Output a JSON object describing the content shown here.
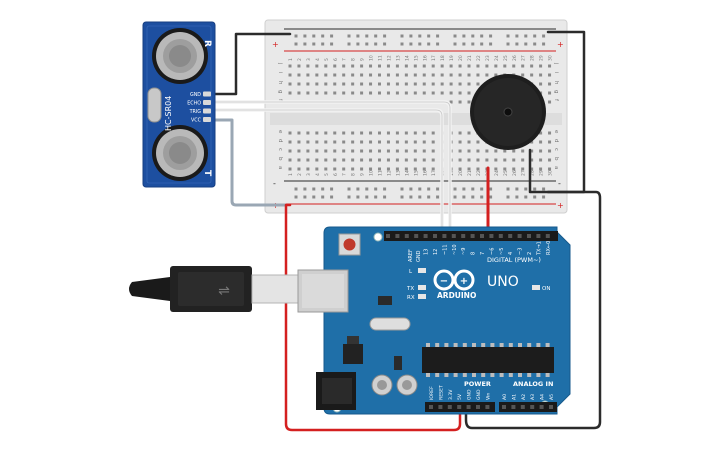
{
  "sensor": {
    "model": "HC-SR04",
    "pins": [
      "GND",
      "ECHO",
      "TRIG",
      "VCC"
    ],
    "label_t": "T",
    "label_r": "R"
  },
  "breadboard": {
    "plus": "+",
    "minus": "-",
    "row_letters_top": [
      "j",
      "i",
      "h",
      "g",
      "f"
    ],
    "row_letters_bottom": [
      "e",
      "d",
      "c",
      "b",
      "a"
    ],
    "columns": 30
  },
  "arduino": {
    "brand": "ARDUINO",
    "model": "UNO",
    "digital_label": "DIGITAL (PWM~)",
    "power_label": "POWER",
    "analog_label": "ANALOG IN",
    "led_l": "L",
    "led_tx": "TX",
    "led_rx": "RX",
    "led_on": "ON",
    "aref": "AREF",
    "gnd": "GND",
    "digital_pins": [
      "13",
      "12",
      "~11",
      "~10",
      "~9",
      "8",
      "7",
      "~6",
      "~5",
      "4",
      "~3",
      "2",
      "TX→1",
      "RX←0"
    ],
    "power_pins": [
      "IOREF",
      "RESET",
      "3.3V",
      "5V",
      "GND",
      "GND",
      "Vin"
    ],
    "analog_pins": [
      "A0",
      "A1",
      "A2",
      "A3",
      "A4",
      "A5"
    ]
  },
  "colors": {
    "wire_black": "#2b2b2b",
    "wire_red": "#d42020",
    "wire_gray": "#9aa7b4",
    "wire_white": "#f2f2f2",
    "board_blue": "#1f6fa8",
    "sensor_blue": "#1d4fa0"
  }
}
